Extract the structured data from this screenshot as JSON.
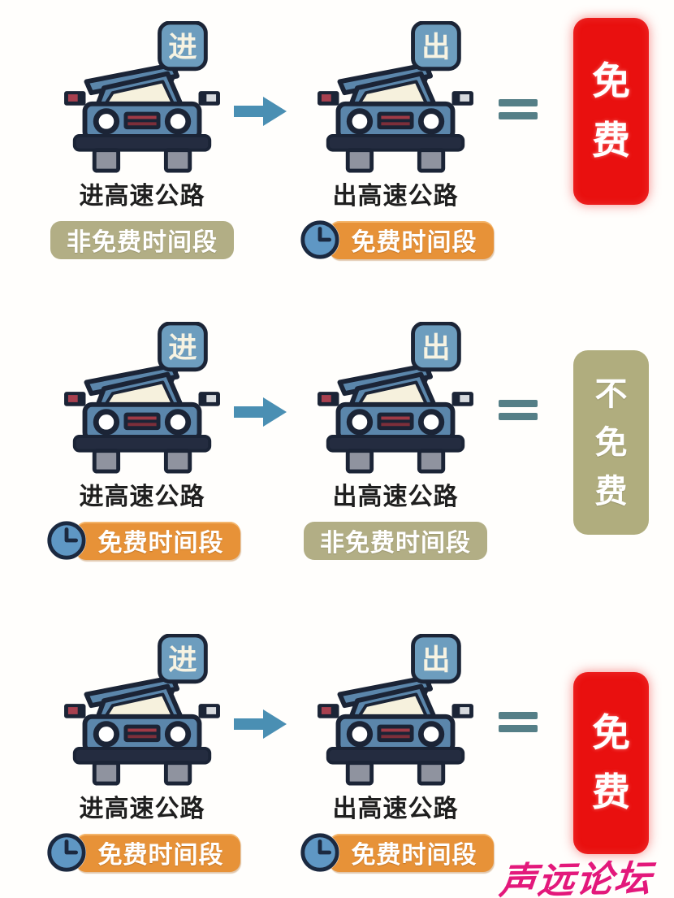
{
  "rows": [
    {
      "name": "rule-1",
      "enter": {
        "badge": "进",
        "label": "进高速公路",
        "period": "非免费时间段",
        "period_type": "non-free",
        "has_clock": false
      },
      "exit": {
        "badge": "出",
        "label": "出高速公路",
        "period": "免费时间段",
        "period_type": "free",
        "has_clock": true
      },
      "result": {
        "label": "免费",
        "type": "free"
      }
    },
    {
      "name": "rule-2",
      "enter": {
        "badge": "进",
        "label": "进高速公路",
        "period": "免费时间段",
        "period_type": "free",
        "has_clock": true
      },
      "exit": {
        "badge": "出",
        "label": "出高速公路",
        "period": "非免费时间段",
        "period_type": "non-free",
        "has_clock": false
      },
      "result": {
        "label": "不免费",
        "type": "not-free"
      }
    },
    {
      "name": "rule-3",
      "enter": {
        "badge": "进",
        "label": "进高速公路",
        "period": "免费时间段",
        "period_type": "free",
        "has_clock": true
      },
      "exit": {
        "badge": "出",
        "label": "出高速公路",
        "period": "免费时间段",
        "period_type": "free",
        "has_clock": true
      },
      "result": {
        "label": "免费",
        "type": "free"
      }
    }
  ],
  "watermark": "声远论坛",
  "icons": {
    "car_enter": "car-enter-icon",
    "car_exit": "car-exit-icon",
    "clock": "clock-icon",
    "arrow": "arrow-right-icon",
    "equals": "equals-icon"
  },
  "colors": {
    "free_red": "#e9100f",
    "not_free_tan": "#b0ad7e",
    "period_orange": "#e79238",
    "period_tan": "#b2ae85",
    "car_blue": "#5b86ab",
    "outline_navy": "#1b2436",
    "windshield_cream": "#f6f1dd",
    "badge_blue": "#6d9dbe",
    "arrow_blue": "#4a8fb3",
    "equals_teal": "#557f87",
    "label_dark": "#1f1f1f",
    "watermark_pink": "#e3187b"
  }
}
